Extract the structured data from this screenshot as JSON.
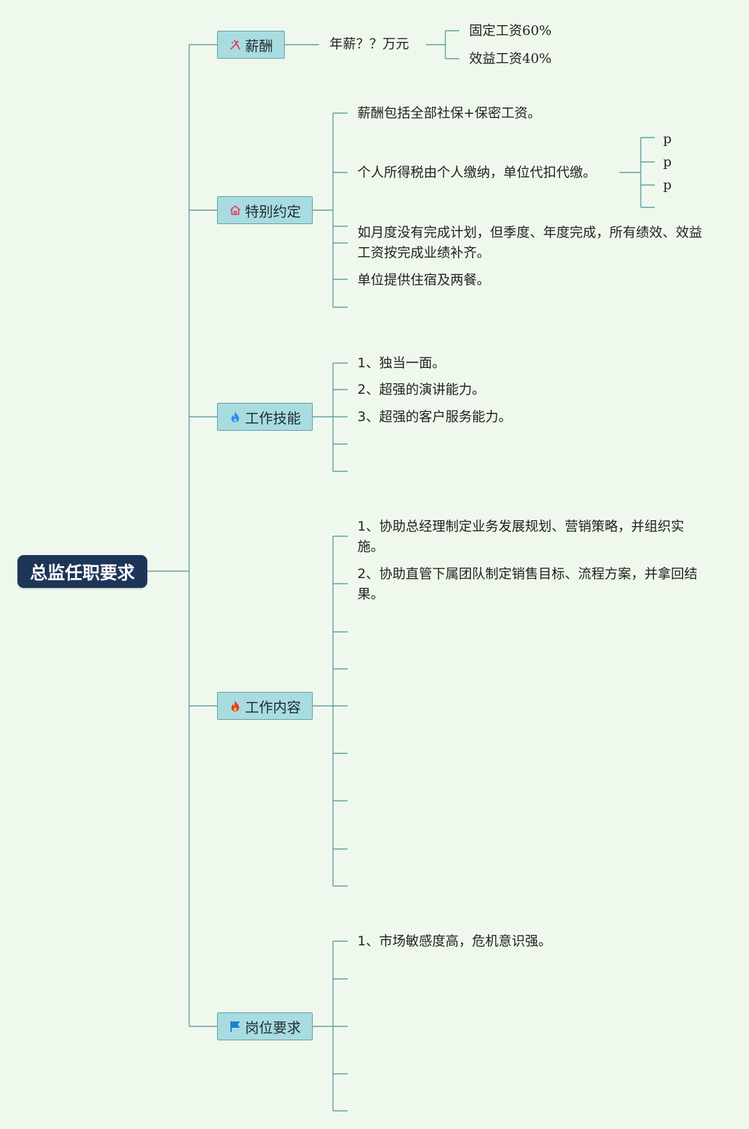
{
  "root": {
    "label": "总监任职要求"
  },
  "branches": {
    "salary": {
      "label": "薪酬",
      "icon": "tools-icon",
      "annual": "年薪？？万元",
      "parts": [
        "固定工资60%",
        "效益工资40%"
      ]
    },
    "special": {
      "label": "特别约定",
      "icon": "house-icon",
      "items": [
        "薪酬包括全部社保+保密工资。",
        "个人所得税由个人缴纳，单位代扣代缴。",
        "如月度没有完成计划，但季度、年度完成，所有绩效、效益工资按完成业绩补齐。",
        "单位提供住宿及两餐。"
      ],
      "tax_sub": [
        "p",
        "p",
        "p"
      ]
    },
    "skills": {
      "label": "工作技能",
      "icon": "flame-blue-icon",
      "items": [
        "1、独当一面。",
        "2、超强的演讲能力。",
        "3、超强的客户服务能力。"
      ]
    },
    "content": {
      "label": "工作内容",
      "icon": "flame-red-icon",
      "items": [
        "1、协助总经理制定业务发展规划、营销策略，并组织实施。",
        "2、协助直管下属团队制定销售目标、流程方案，并拿回结果。"
      ]
    },
    "requirements": {
      "label": "岗位要求",
      "icon": "flag-icon",
      "items": [
        "1、市场敏感度高，危机意识强。"
      ]
    }
  },
  "colors": {
    "background": "#eff8ec",
    "root_fill": "#1d3557",
    "node_fill": "#a8dce1",
    "line": "#5f9fa3",
    "flame_blue": "#2b8ce8",
    "flame_red": "#e63a24",
    "flag": "#1f7fd6",
    "tools": "#e0466e"
  }
}
